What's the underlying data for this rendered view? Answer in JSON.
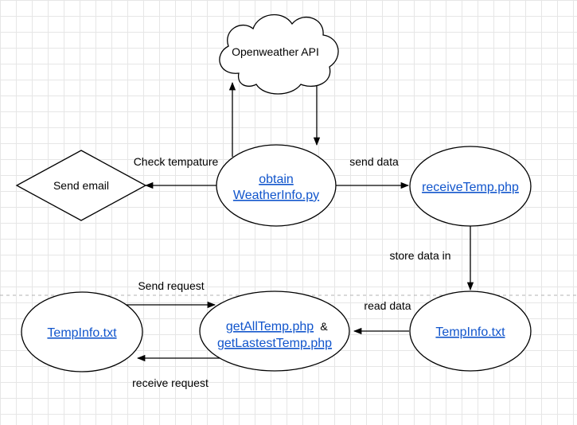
{
  "nodes": {
    "api": "Openweather API",
    "obtain_line1": "obtain",
    "obtain_line2": "WeatherInfo.py",
    "send_email": "Send email",
    "receive_temp": "receiveTemp.php",
    "tempinfo_right": "TempInfo.txt",
    "tempinfo_left": "TempInfo.txt",
    "get_all": "getAllTemp.php",
    "ampersand": "&",
    "get_latest": "getLastestTemp.php"
  },
  "edges": {
    "check_temp": "Check tempature",
    "send_data": "send data",
    "store_data": "store data in",
    "read_data": "read data",
    "send_request": "Send request",
    "receive_request": "receive request"
  },
  "colors": {
    "link": "#1155cc",
    "grid": "#e6e6e6",
    "stroke": "#000000"
  }
}
